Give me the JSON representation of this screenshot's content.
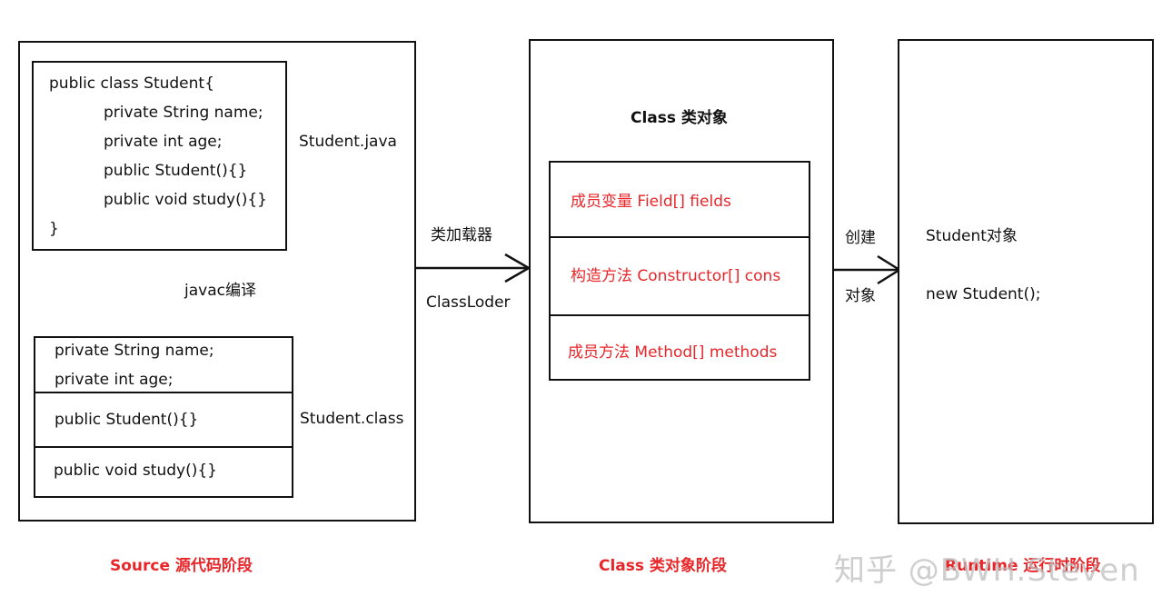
{
  "source_stage": {
    "java_code": [
      "public class Student{",
      "private String name;",
      "private int age;",
      "public Student(){}",
      "public void study(){}",
      "}"
    ],
    "java_file_label": "Student.java",
    "compile_label": "javac编译",
    "class_file_rows": [
      [
        "private String name;",
        "private int age;"
      ],
      [
        "public Student(){}"
      ],
      [
        "public void study(){}"
      ]
    ],
    "class_file_label": "Student.class",
    "stage_label": "Source 源代码阶段"
  },
  "loader": {
    "label_cn": "类加载器",
    "label_en": "ClassLoder"
  },
  "class_stage": {
    "title": "Class 类对象",
    "rows": [
      "成员变量 Field[] fields",
      "构造方法 Constructor[] cons",
      "成员方法 Method[] methods"
    ],
    "stage_label": "Class 类对象阶段"
  },
  "create": {
    "label_top": "创建",
    "label_bottom": "对象"
  },
  "runtime_stage": {
    "object_label": "Student对象",
    "new_expr": "new Student();",
    "stage_label": "Runtime 运行时阶段"
  },
  "watermark": "知乎 @BWH.Steven",
  "colors": {
    "stage_label": "#e8262a",
    "row_text": "#e8262a",
    "lines": "#111111",
    "watermark": "#bebebe"
  }
}
